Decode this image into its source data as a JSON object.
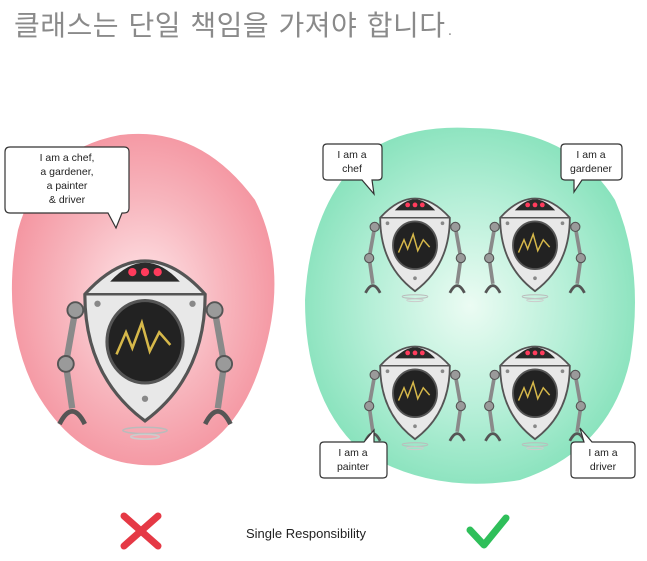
{
  "heading": "클래스는 단일 책임을 가져야 합니다.",
  "caption": "Single Responsibility",
  "bubbles": {
    "multi": [
      "I am a chef,",
      "a gardener,",
      "a painter",
      "& driver"
    ],
    "chef": [
      "I am a",
      "chef"
    ],
    "gardener": [
      "I am a",
      "gardener"
    ],
    "painter": [
      "I am a",
      "painter"
    ],
    "driver": [
      "I am a",
      "driver"
    ]
  },
  "colors": {
    "bad": "#e53945",
    "good": "#2fbf5a",
    "bad_blob": "#f49aa6",
    "good_blob": "#8fe3bf"
  }
}
